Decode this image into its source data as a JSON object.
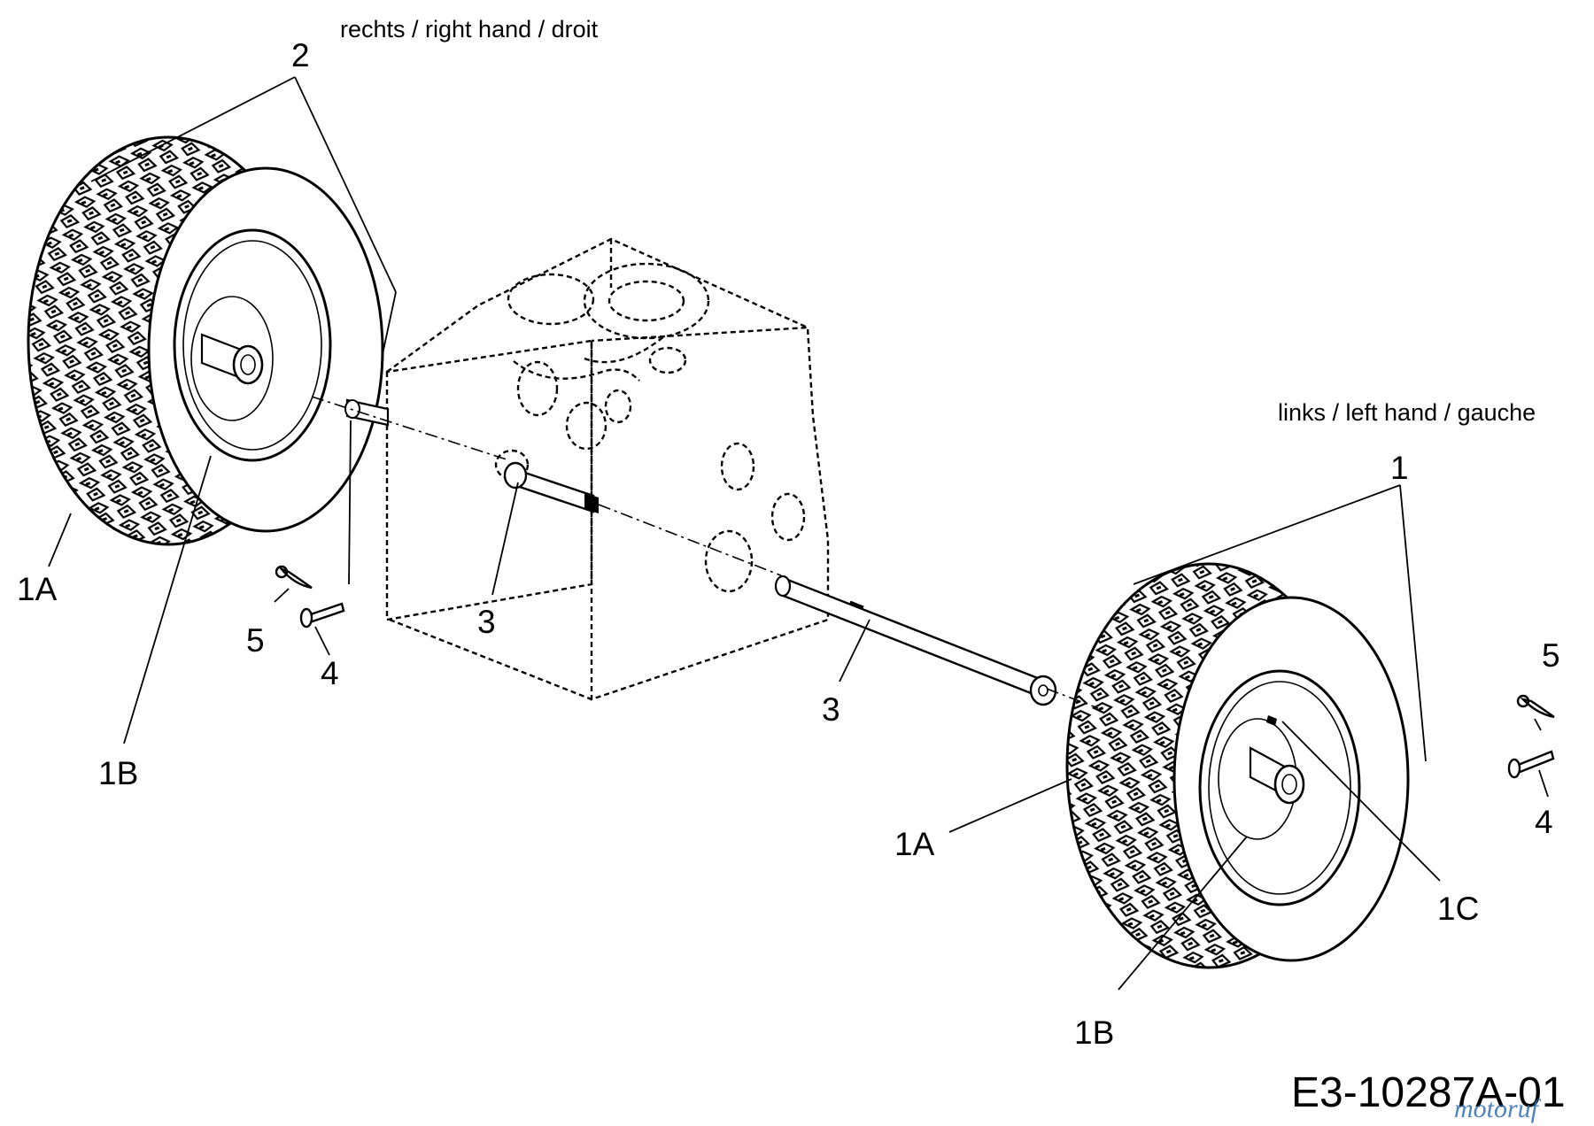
{
  "side_labels": {
    "right": "rechts / right hand / droit",
    "left": "links / left hand / gauche"
  },
  "callouts": {
    "right_wheel_assembly": "2",
    "right_tire": "1A",
    "right_rim": "1B",
    "right_clip": "5",
    "right_pin": "4",
    "right_axle": "3",
    "left_wheel_assembly": "1",
    "axle_shaft": "3",
    "left_tire": "1A",
    "left_rim": "1B",
    "left_hub": "1C",
    "left_clip": "5",
    "left_pin": "4"
  },
  "drawing_code": "E3-10287A-01",
  "watermark": "motoruf"
}
